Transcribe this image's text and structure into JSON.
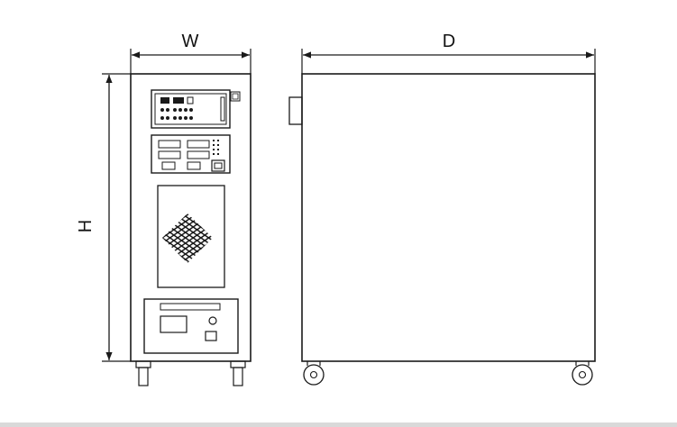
{
  "dimensions": {
    "width_label": "W",
    "depth_label": "D",
    "height_label": "H"
  },
  "colors": {
    "line": "#1a1a1a",
    "background": "#ffffff",
    "footer_rule": "#d9d9d9"
  }
}
